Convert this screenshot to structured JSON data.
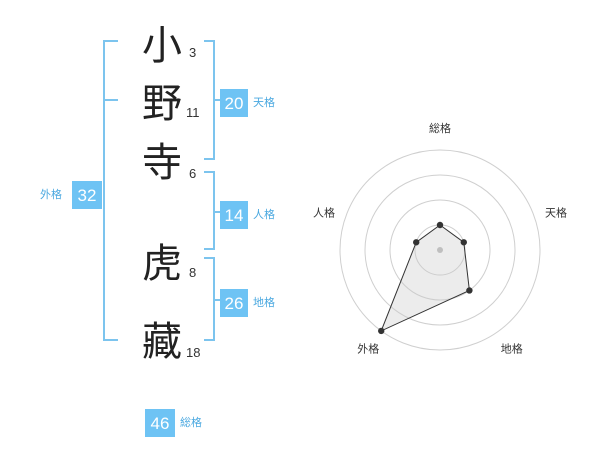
{
  "name": {
    "chars": [
      {
        "char": "小",
        "strokes": "3"
      },
      {
        "char": "野",
        "strokes": "11"
      },
      {
        "char": "寺",
        "strokes": "6"
      },
      {
        "char": "虎",
        "strokes": "8"
      },
      {
        "char": "藏",
        "strokes": "18"
      }
    ]
  },
  "fortune": {
    "tenkaku": {
      "value": "20",
      "label": "天格"
    },
    "jinkaku": {
      "value": "14",
      "label": "人格"
    },
    "chikaku": {
      "value": "26",
      "label": "地格"
    },
    "gaikaku": {
      "value": "32",
      "label": "外格"
    },
    "soukaku": {
      "value": "46",
      "label": "総格"
    }
  },
  "colors": {
    "accent": "#6ec3f4",
    "bracket": "#7cc4ee",
    "label": "#4aa8e0"
  },
  "chart_data": {
    "type": "radar",
    "axes": [
      "総格",
      "天格",
      "地格",
      "外格",
      "人格"
    ],
    "rings": 4,
    "values": [
      1,
      1,
      2,
      4,
      1
    ],
    "max": 4,
    "grid": true
  }
}
